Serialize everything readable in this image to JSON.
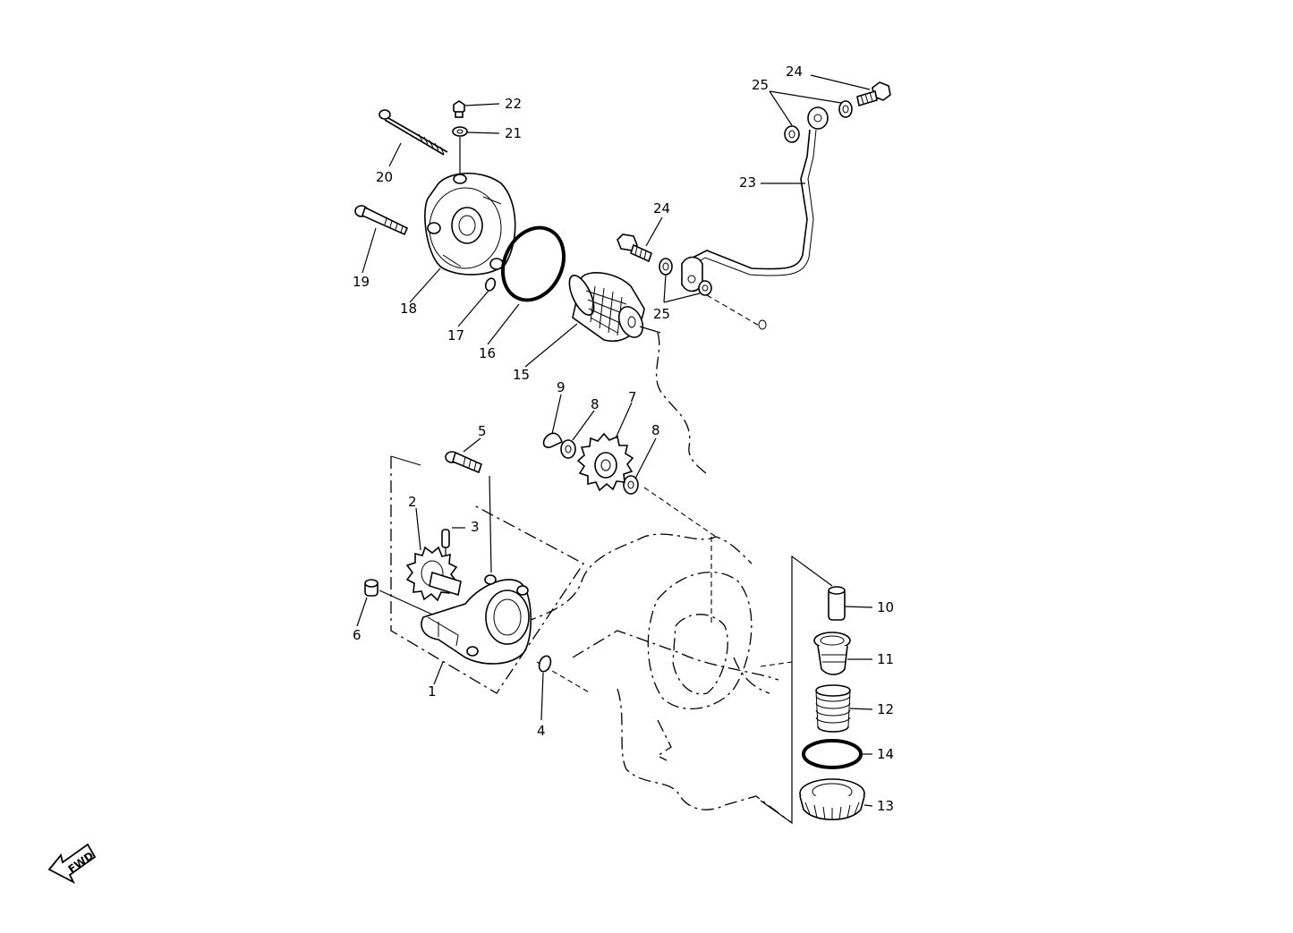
{
  "diagram": {
    "fwd_label": "FWD",
    "labels": {
      "p1": "1",
      "p2": "2",
      "p3": "3",
      "p4": "4",
      "p5": "5",
      "p6": "6",
      "p7": "7",
      "p8a": "8",
      "p8b": "8",
      "p9": "9",
      "p10": "10",
      "p11": "11",
      "p12": "12",
      "p13": "13",
      "p14": "14",
      "p15": "15",
      "p16": "16",
      "p17": "17",
      "p18": "18",
      "p19": "19",
      "p20": "20",
      "p21": "21",
      "p22": "22",
      "p23": "23",
      "p24a": "24",
      "p24b": "24",
      "p25a": "25",
      "p25b": "25"
    }
  }
}
